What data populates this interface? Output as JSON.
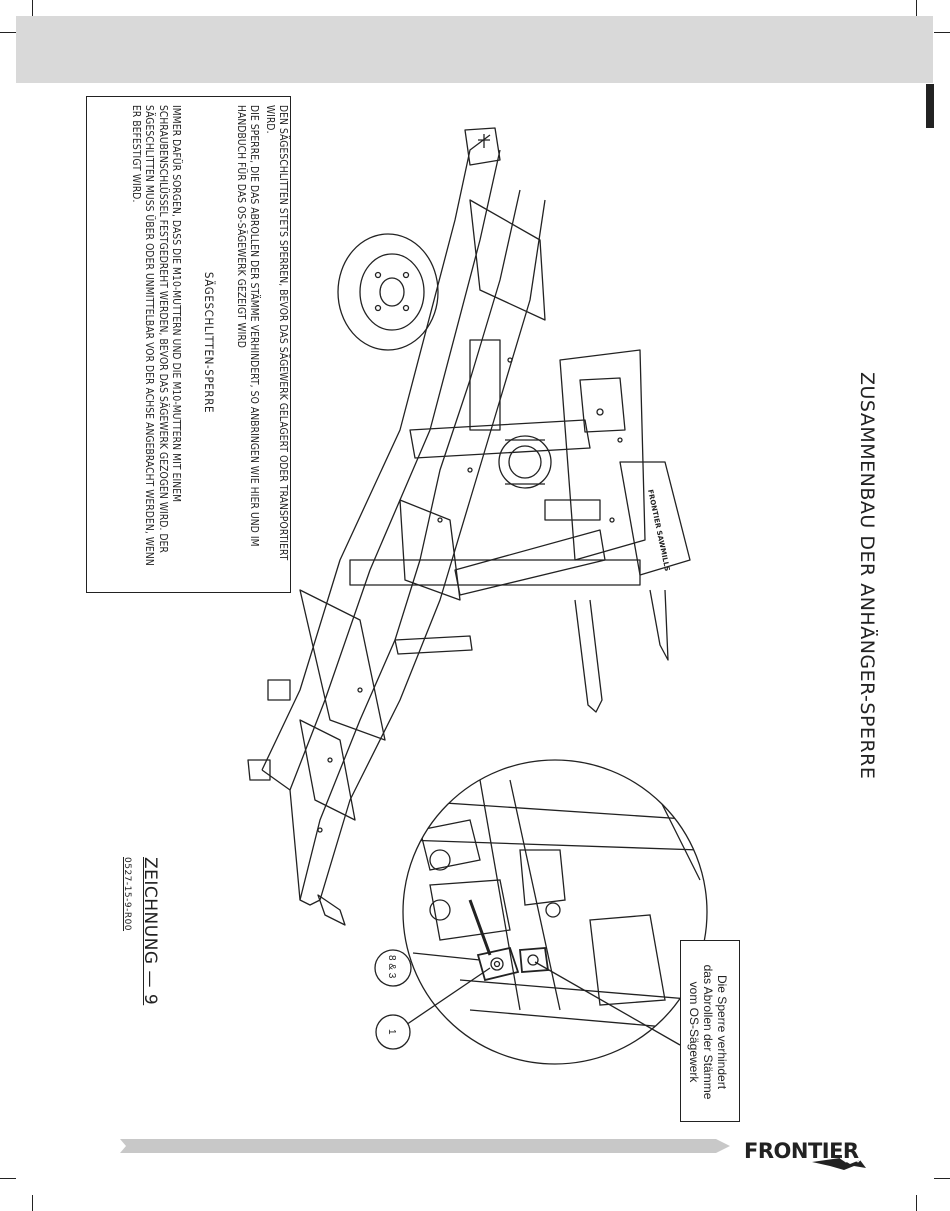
{
  "header": {
    "title": "ZUSAMMENBAU DER ANHÄNGER-SPERRE"
  },
  "notes": {
    "heading": "SÄGESCHLITTEN-SPERRE",
    "paragraphs": [
      "DEN SÄGESCHLITTEN STETS SPERREN, BEVOR DAS SÄGEWERK GELAGERT ODER TRANSPORTIERT WIRD.",
      "DIE SPERRE, DIE DAS ABROLLEN DER STÄMME VERHINDERT, SO ANBRINGEN WIE HIER UND IM HANDBUCH FÜR DAS OS-SÄGEWERK GEZEIGT WIRD",
      "IMMER DAFÜR SORGEN, DASS DIE M10-MUTTERN UND DIE M10-MUTTERN MIT EINEM SCHRAUBENSCHLÜSSEL FESTGEDREHT WERDEN, BEVOR DAS SÄGEWERK GEZOGEN WIRD. DER SÄGESCHLITTEN MUSS ÜBER ODER UNMITTELBAR VOR DER ACHSE ANGEBRACHT WERDEN, WENN ER BEFESTIGT WIRD."
    ]
  },
  "drawing": {
    "number_label": "ZEICHNUNG — 9",
    "code": "0527-15-9-R00",
    "sawhead_brand": "FRONTIER SAWMILLS",
    "callout": {
      "lines": [
        "Die Sperre verhindert",
        "das Abrollen der Stämme",
        "vom OS-Sägewerk"
      ]
    },
    "part_bubbles": [
      {
        "label": "8 & 3"
      },
      {
        "label": "1"
      }
    ]
  },
  "footer": {
    "brand": "FRONTIER"
  },
  "colors": {
    "header_band": "#d9d9d9",
    "footer_arrow": "#c8c8c8",
    "line": "#222222"
  }
}
